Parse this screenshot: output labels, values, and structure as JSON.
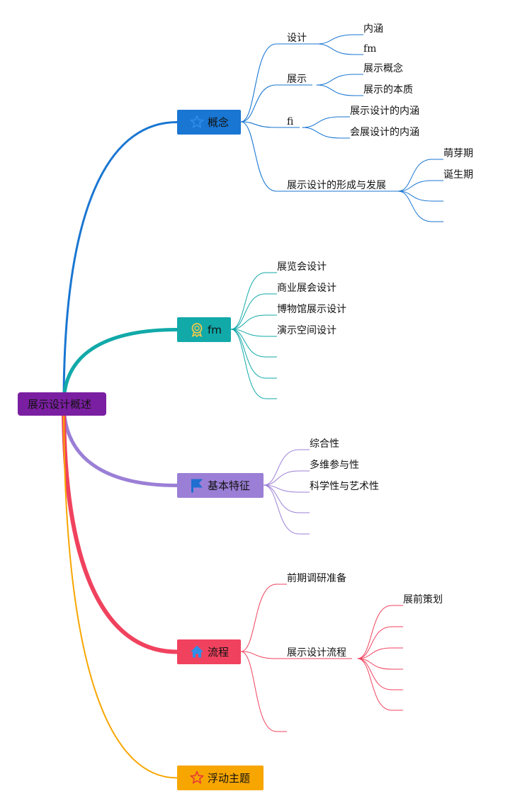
{
  "root": {
    "label": "展示设计概述",
    "color": "#7b1fa2"
  },
  "branches": [
    {
      "label": "概念",
      "color": "#1976d2",
      "icon": "star-outline-icon",
      "children": [
        {
          "label": "设计",
          "children": [
            "内涵",
            "fm"
          ]
        },
        {
          "label": "展示",
          "children": [
            "展示概念",
            "展示的本质"
          ]
        },
        {
          "label": "fi",
          "children": [
            "展示设计的内涵",
            "会展设计的内涵"
          ]
        },
        {
          "label": "展示设计的形成与发展",
          "children": [
            "萌芽期",
            "诞生期",
            "",
            ""
          ]
        }
      ]
    },
    {
      "label": "fm",
      "color": "#12a9a9",
      "icon": "award-badge-icon",
      "children": [
        {
          "label": "展览会设计"
        },
        {
          "label": "商业展会设计"
        },
        {
          "label": "博物馆展示设计"
        },
        {
          "label": "演示空间设计"
        },
        {
          "label": ""
        },
        {
          "label": ""
        },
        {
          "label": ""
        }
      ]
    },
    {
      "label": "基本特征",
      "color": "#9b7fd6",
      "icon": "flag-icon",
      "children": [
        {
          "label": "综合性"
        },
        {
          "label": "多维参与性"
        },
        {
          "label": "科学性与艺术性"
        },
        {
          "label": ""
        },
        {
          "label": ""
        }
      ]
    },
    {
      "label": "流程",
      "color": "#f0425e",
      "icon": "home-icon",
      "children": [
        {
          "label": "前期调研准备"
        },
        {
          "label": "展示设计流程",
          "children": [
            "展前策划",
            "",
            "",
            "",
            "",
            ""
          ]
        },
        {
          "label": ""
        }
      ]
    },
    {
      "label": "浮动主题",
      "color": "#f7a600",
      "icon": "star-red-icon",
      "children": []
    }
  ]
}
